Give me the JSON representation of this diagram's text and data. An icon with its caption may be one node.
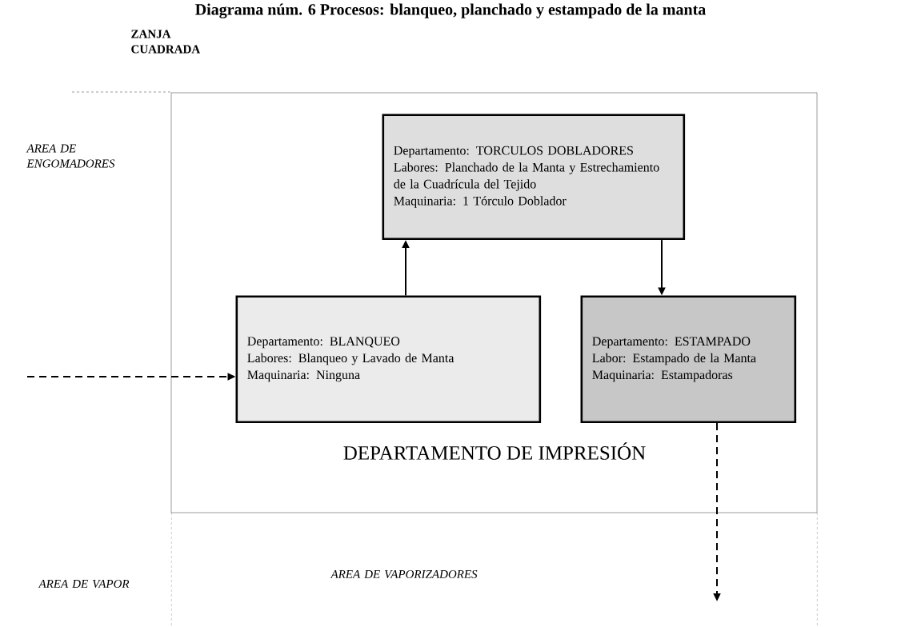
{
  "diagram": {
    "title": "Diagrama núm. 6 Procesos: blanqueo, planchado y estampado de la manta",
    "nodes": [
      {
        "text": [
          "DEPARTAMENTO DE IMPRESIÓN"
        ]
      },
      {
        "text": [
          "Departamento: TORCULOS DOBLADORES",
          "Labores: Planchado de la Manta y Estrechamiento de la Cuadrícula del Tejido",
          "Maquinaria: 1 Tórculo Doblador"
        ],
        "in": 0
      },
      {
        "text": [
          "Departamento: BLANQUEO",
          "Labores: Blanqueo y Lavado de Manta",
          "Maquinaria: Ninguna"
        ],
        "in": 0
      },
      {
        "text": [
          "Departamento: ESTAMPADO",
          "Labor: Estampado de la Manta",
          "Maquinaria: Estampadoras"
        ],
        "in": 0
      }
    ],
    "edges": [
      {
        "from": null,
        "to": 2,
        "arrow": "to",
        "style": "dashed"
      },
      {
        "from": 2,
        "to": 1,
        "arrow": "to"
      },
      {
        "from": 1,
        "to": 3,
        "arrow": "to"
      },
      {
        "from": 3,
        "to": null,
        "arrow": "to",
        "style": "dashed"
      }
    ],
    "labels": [
      "ZANJA CUADRADA",
      "AREA DE ENGOMADORES",
      "AREA DE VAPOR",
      "AREA DE VAPORIZADORES"
    ]
  }
}
